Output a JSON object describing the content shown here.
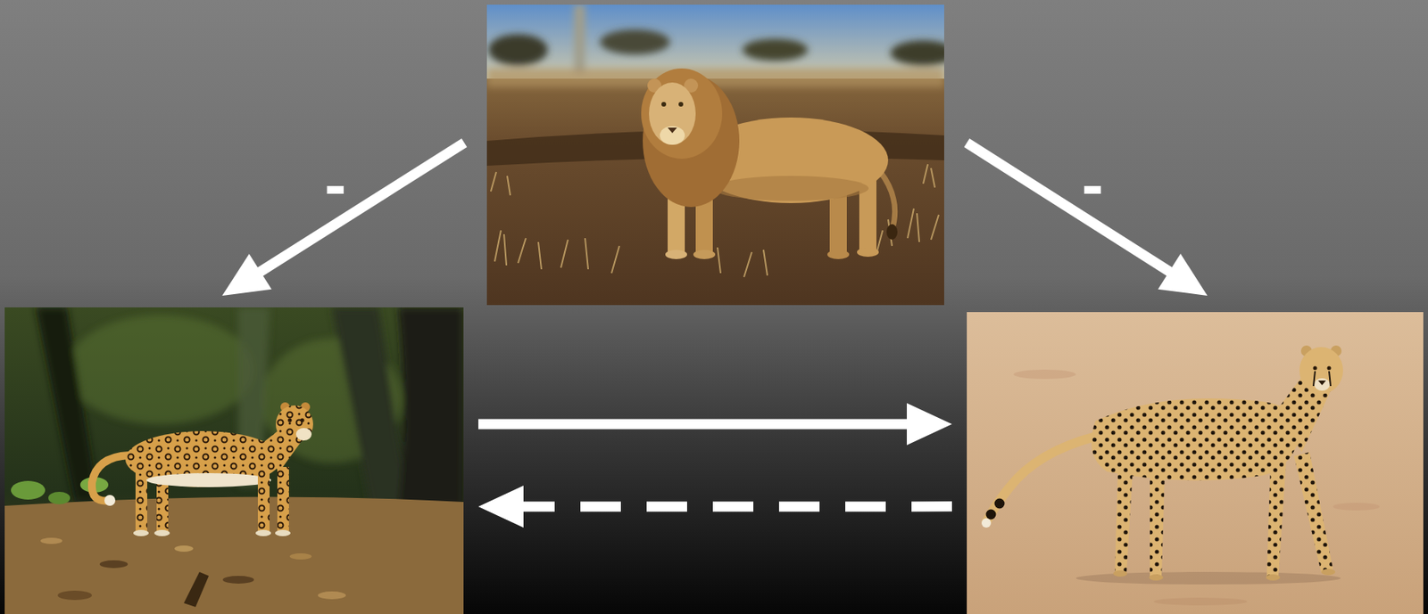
{
  "diagram": {
    "nodes": [
      {
        "text": []
      },
      {
        "text": []
      },
      {
        "text": []
      }
    ],
    "edges": [
      {
        "from": 0,
        "to": 1,
        "arrow": "to",
        "label": "-"
      },
      {
        "from": 0,
        "to": 2,
        "arrow": "to",
        "label": "-"
      },
      {
        "from": 1,
        "to": 2,
        "arrow": "to"
      },
      {
        "from": 2,
        "to": 1,
        "arrow": "to"
      }
    ]
  }
}
